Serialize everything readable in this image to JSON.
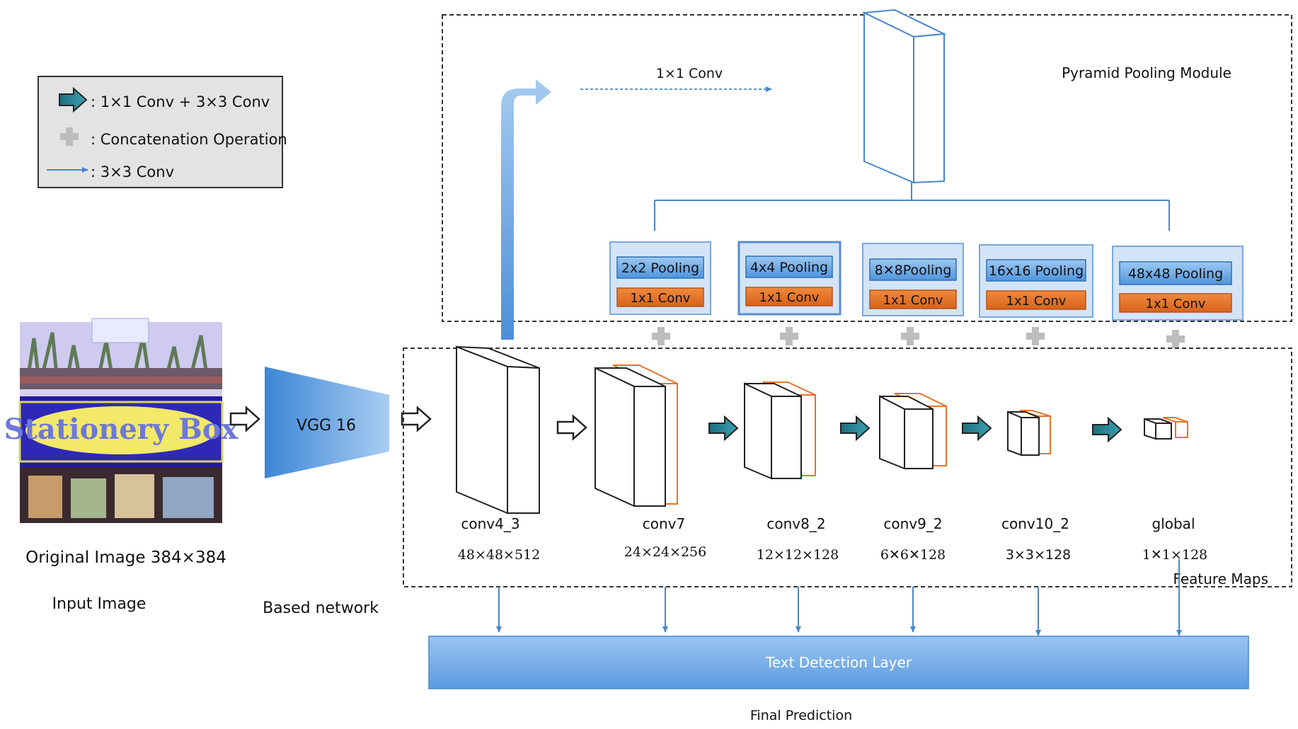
{
  "legend": {
    "items": [
      {
        "label": ": 1×1 Conv + 3×3 Conv",
        "icon": "teal-arrow-icon"
      },
      {
        "label": ": Concatenation Operation",
        "icon": "plus-icon"
      },
      {
        "label": ": 3×3 Conv",
        "icon": "thin-arrow-icon"
      }
    ]
  },
  "input": {
    "image_sign_text": "Stationery Box",
    "caption": "Original Image 384×384",
    "sublabel": "Input Image"
  },
  "backbone": {
    "label": "VGG 16",
    "sublabel": "Based network"
  },
  "ppm": {
    "title": "Pyramid Pooling Module",
    "conv_label": "1×1 Conv",
    "branches": [
      {
        "pool": "2x2 Pooling",
        "conv": "1x1 Conv"
      },
      {
        "pool": "4x4  Pooling",
        "conv": "1x1 Conv"
      },
      {
        "pool": "8✕8Pooling",
        "conv": "1x1 Conv"
      },
      {
        "pool": "16x16 Pooling",
        "conv": "1x1 Conv"
      },
      {
        "pool": "48x48 Pooling",
        "conv": "1x1 Conv"
      }
    ]
  },
  "feature_maps": {
    "label": "Feature Maps",
    "layers": [
      {
        "name": "conv4_3",
        "size": "48×48×512"
      },
      {
        "name": "conv7",
        "size": "24×24×256"
      },
      {
        "name": "conv8_2",
        "size": "12×12×128"
      },
      {
        "name": "conv9_2",
        "size": "6✕6✕128"
      },
      {
        "name": "conv10_2",
        "size": "3×3×128"
      },
      {
        "name": "global",
        "size": "1✕1×128"
      }
    ]
  },
  "detection": {
    "layer_label": "Text Detection Layer",
    "output_label": "Final Prediction"
  },
  "colors": {
    "box_blue": "#4a90d9",
    "orange": "#e8742a",
    "teal": "#2e8b9a",
    "legend_bg": "#e3e3e3"
  }
}
